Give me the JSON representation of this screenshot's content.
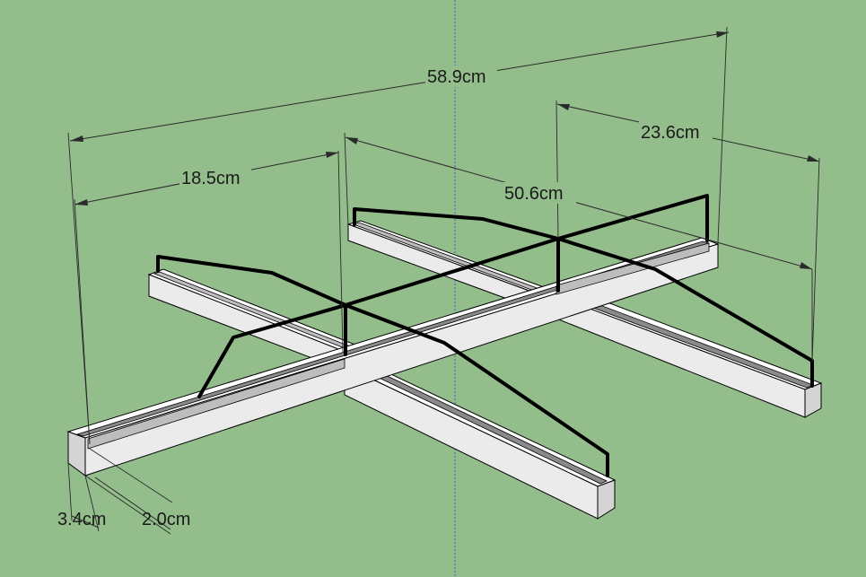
{
  "dimensions": {
    "overall_length": "58.9cm",
    "inner_length": "50.6cm",
    "left_span": "18.5cm",
    "right_span": "23.6cm",
    "beam_height": "3.4cm",
    "beam_width": "2.0cm"
  },
  "colors": {
    "background": "#94bd8c",
    "beam": "#ffffff",
    "groove": "#8a8a8a",
    "wire": "#000000",
    "axis": "#3a5fcd"
  }
}
